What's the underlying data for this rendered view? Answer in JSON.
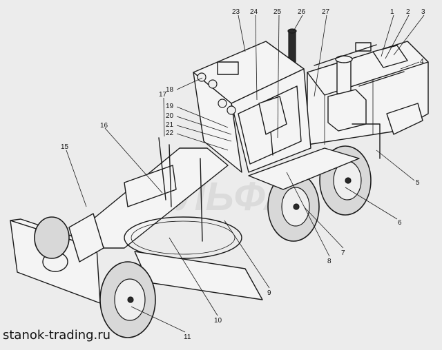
{
  "watermark_text": "АЛЬФА",
  "site_caption": "stanok-trading.ru",
  "callouts": [
    "1",
    "2",
    "3",
    "4",
    "5",
    "6",
    "7",
    "8",
    "9",
    "10",
    "11",
    "15",
    "16",
    "17",
    "18",
    "19",
    "20",
    "21",
    "22",
    "23",
    "24",
    "25",
    "26",
    "27"
  ]
}
